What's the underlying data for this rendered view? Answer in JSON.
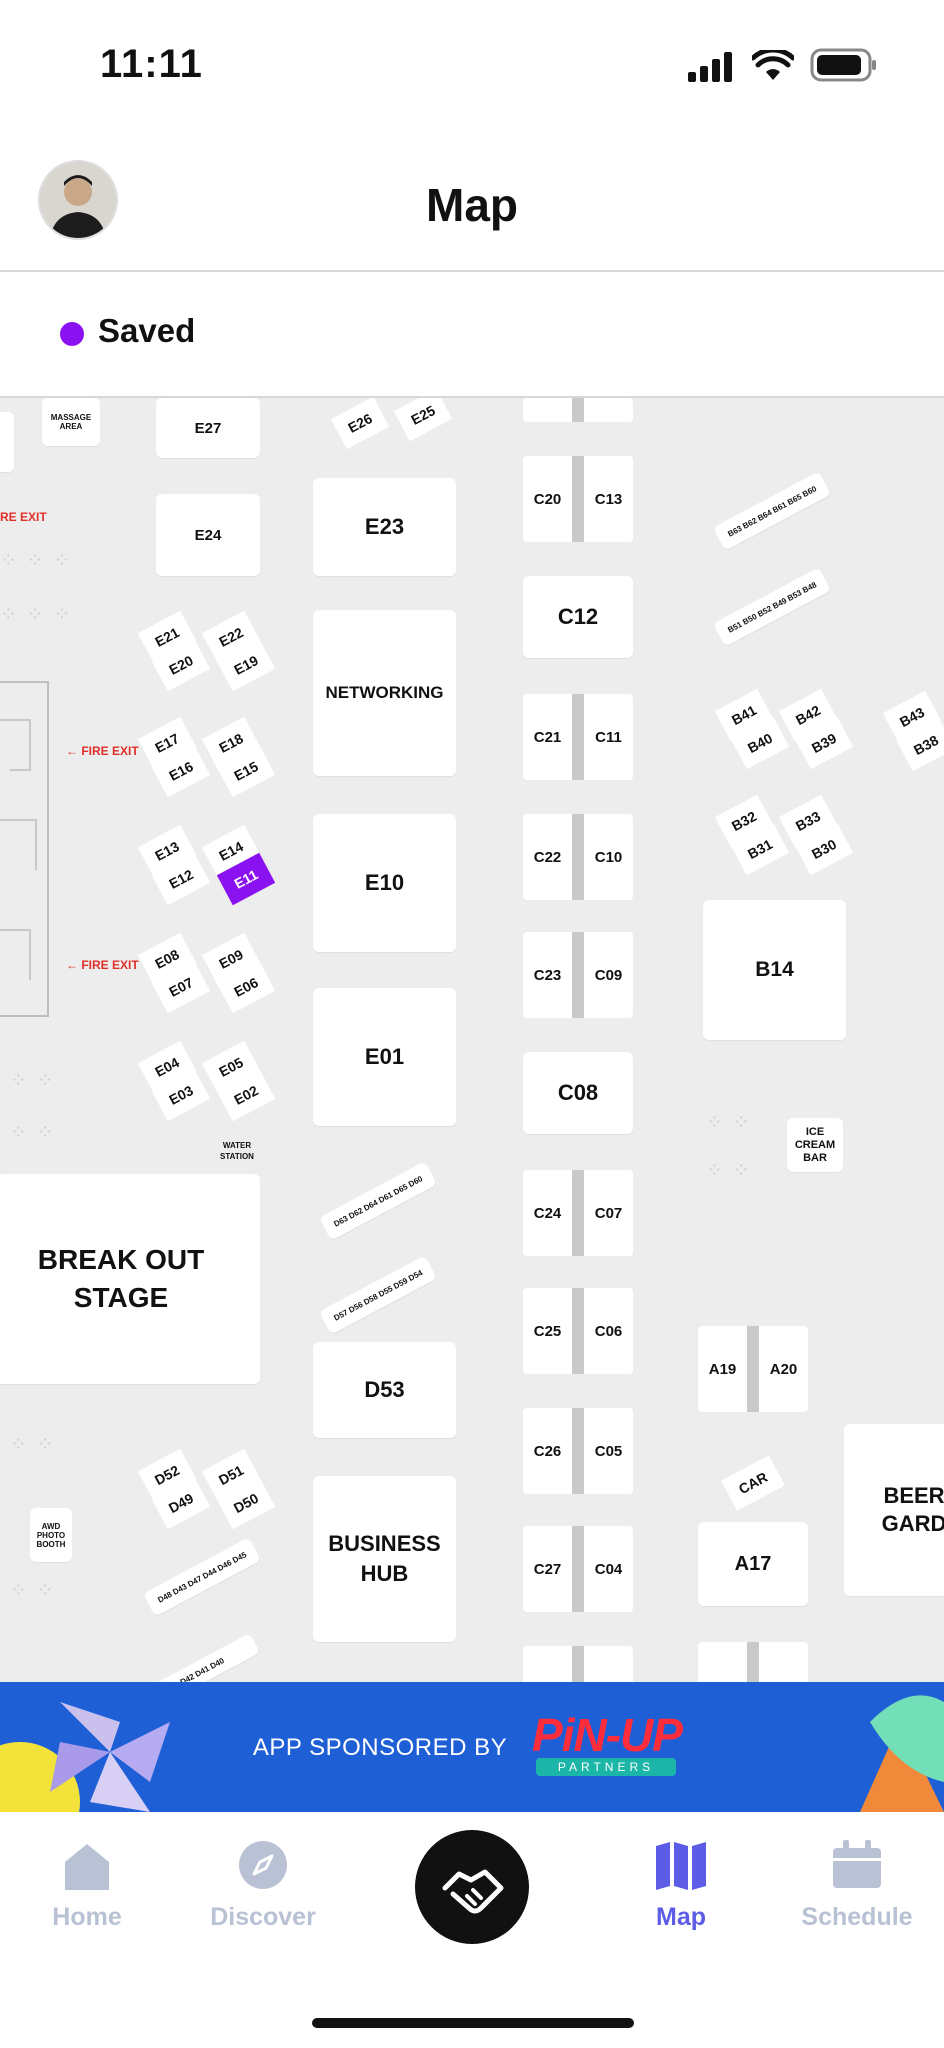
{
  "status_bar": {
    "time": "11:11"
  },
  "header": {
    "title": "Map"
  },
  "filter": {
    "saved_label": "Saved",
    "saved_color": "#8b12f0"
  },
  "map": {
    "massage_area": "MASSAGE AREA",
    "stage": "BREAK OUT STAGE",
    "networking": "NETWORKING",
    "business_hub": "BUSINESS HUB",
    "water_station": "WATER STATION",
    "ice_cream_bar": "ICE CREAM BAR",
    "photo_booth": "AWD PHOTO BOOTH",
    "beer_garden": "BEER GARD",
    "car": "CAR",
    "fire_exit_1": "FIRE EXIT",
    "fire_exit_2": "FIRE EXIT",
    "fire_exit_3": "RE EXIT",
    "booths": {
      "e27": "E27",
      "e24": "E24",
      "e23": "E23",
      "e26": "E26",
      "e25": "E25",
      "e21": "E21",
      "e20": "E20",
      "e22": "E22",
      "e19": "E19",
      "e17": "E17",
      "e16": "E16",
      "e18": "E18",
      "e15": "E15",
      "e13": "E13",
      "e12": "E12",
      "e14": "E14",
      "e11": "E11",
      "e08": "E08",
      "e07": "E07",
      "e09": "E09",
      "e06": "E06",
      "e04": "E04",
      "e03": "E03",
      "e05": "E05",
      "e02": "E02",
      "e10": "E10",
      "e01": "E01",
      "d53": "D53",
      "c12": "C12",
      "c08": "C08",
      "c20": "C20",
      "c13": "C13",
      "c21": "C21",
      "c11": "C11",
      "c22": "C22",
      "c10": "C10",
      "c23": "C23",
      "c09": "C09",
      "c24": "C24",
      "c07": "C07",
      "c25": "C25",
      "c06": "C06",
      "c26": "C26",
      "c05": "C05",
      "c27": "C27",
      "c04": "C04",
      "b14": "B14",
      "a19": "A19",
      "a20": "A20",
      "a17": "A17",
      "b41": "B41",
      "b40": "B40",
      "b42": "B42",
      "b39": "B39",
      "b32": "B32",
      "b31": "B31",
      "b33": "B33",
      "b30": "B30",
      "b43": "B43",
      "b38": "B38",
      "d52": "D52",
      "d49": "D49",
      "d51": "D51",
      "d50": "D50"
    }
  },
  "banner": {
    "text": "APP SPONSORED BY",
    "logo_main": "PiN-UP",
    "logo_sub": "PARTNERS"
  },
  "tabs": [
    {
      "label": "Home"
    },
    {
      "label": "Discover"
    },
    {
      "label": "Map"
    },
    {
      "label": "Schedule"
    }
  ],
  "colors": {
    "active_tab": "#5c5ce6",
    "inactive_tab": "#b9c1d4",
    "highlight_booth": "#8b12f0",
    "banner_bg": "#1e5fd6"
  }
}
